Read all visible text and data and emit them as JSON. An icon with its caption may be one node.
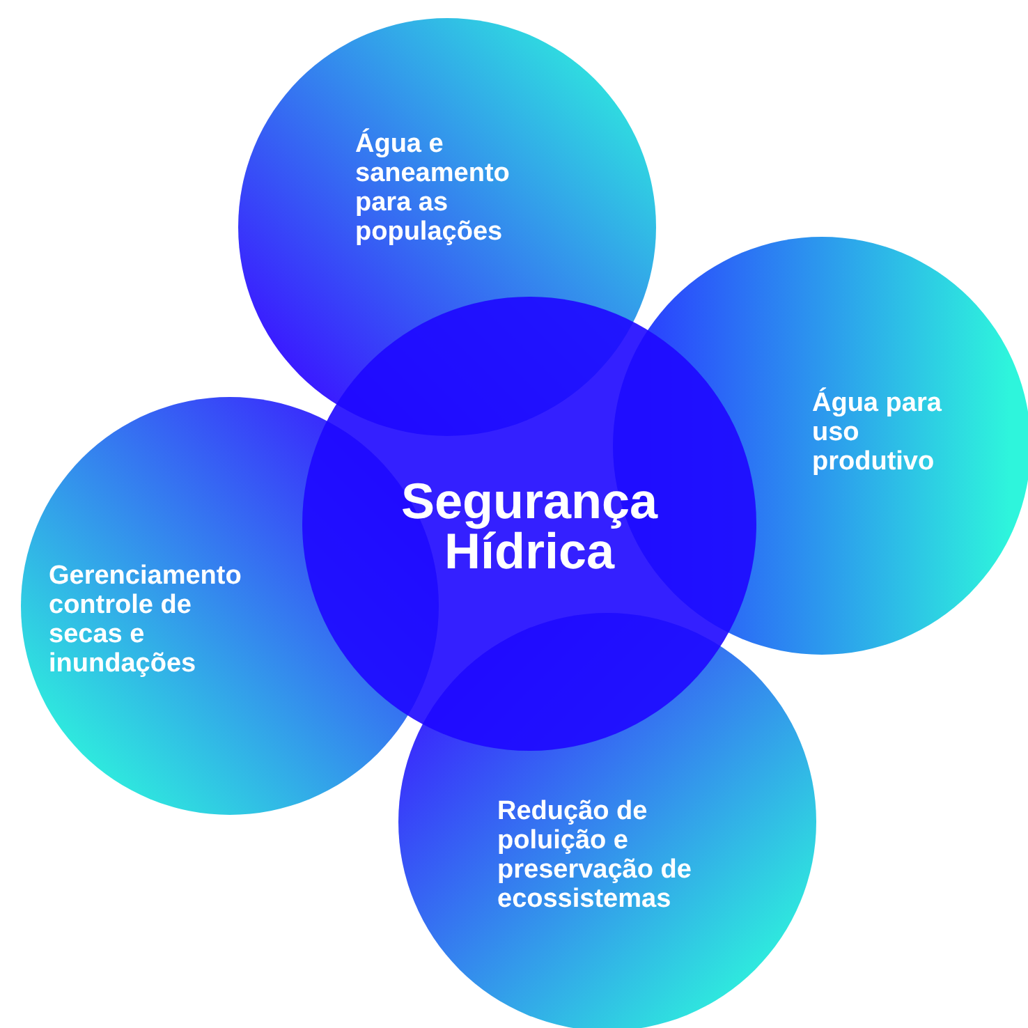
{
  "diagram": {
    "nodes": [
      {
        "text": [
          "Água e saneamento para as populações"
        ]
      },
      {
        "text": [
          "Água para uso produtivo"
        ]
      },
      {
        "text": [
          "Segurança Hídrica"
        ]
      },
      {
        "text": [
          "Gerenciamento controle de secas e inundações"
        ]
      },
      {
        "text": [
          "Redução de poluição e preservação de ecossistemas"
        ]
      }
    ]
  }
}
